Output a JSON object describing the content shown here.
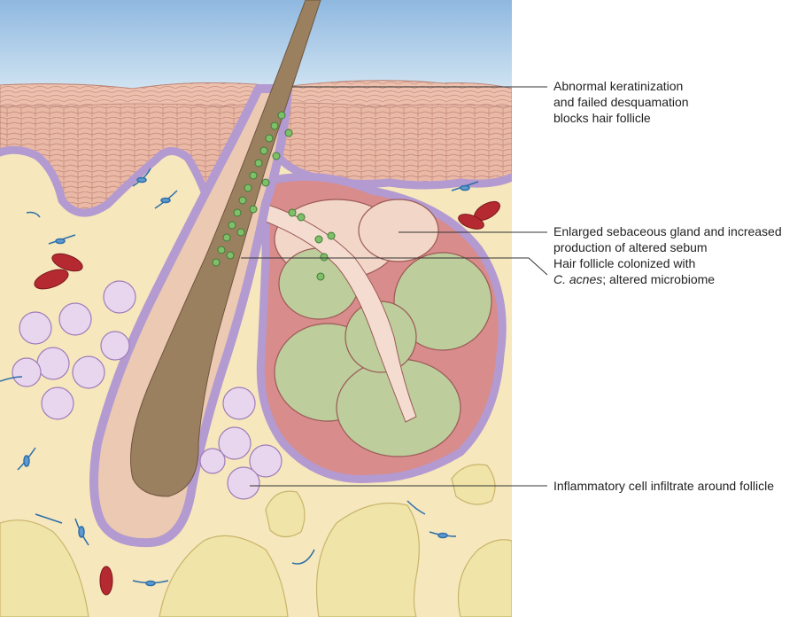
{
  "labels": {
    "keratinization": [
      "Abnormal keratinization",
      "and failed desquamation",
      "blocks hair follicle"
    ],
    "sebaceous": [
      "Enlarged sebaceous gland and increased",
      "production of altered sebum"
    ],
    "colonized": {
      "line1": "Hair follicle colonized with",
      "species": "C. acnes",
      "rest": "; altered microbiome"
    },
    "inflammatory": "Inflammatory cell infiltrate around follicle"
  },
  "colors": {
    "sky": "#a9cbe8",
    "epidermis": "#e9b8a8",
    "dermis": "#f6e7bd",
    "basal_layer": "#b39ad0",
    "gland_lobule": "#bdcd9c",
    "gland_stroma": "#d98c8c",
    "hair_shaft": "#9b8060",
    "bacteria": "#7fbf6a",
    "red_blood_cell": "#b52a30",
    "fat_cell": "#f1e4a8",
    "leader_line": "#333333"
  }
}
